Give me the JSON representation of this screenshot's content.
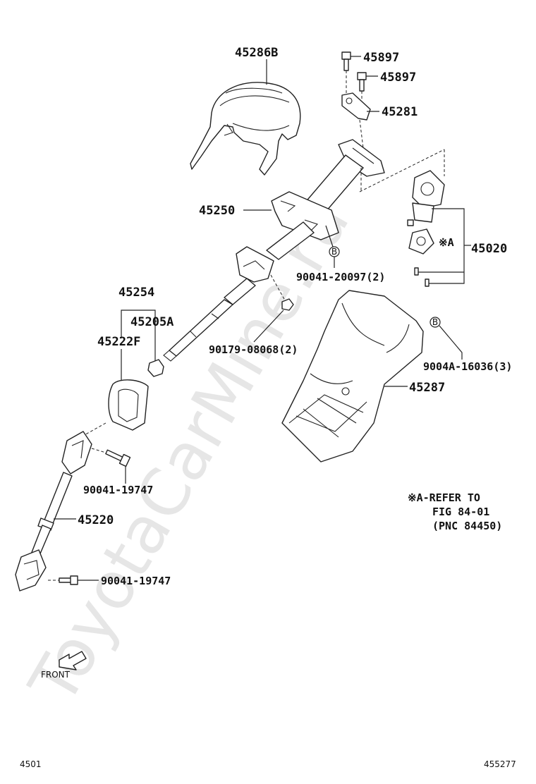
{
  "watermark": "ToyotaCarMine.ru",
  "parts": {
    "cover_upper": "45286B",
    "bolt_a": "45897",
    "bolt_b": "45897",
    "clamp": "45281",
    "column_assy": "45250",
    "ignition_lock": "45020",
    "ref_mark": "※A",
    "bolt_b_mark": "B",
    "bolt_20097": "90041-20097(2)",
    "set": "45254",
    "bushing": "45205A",
    "boot": "45222F",
    "nut": "90179-08068(2)",
    "screw_16036": "9004A-16036(3)",
    "screw_b_mark": "B",
    "cover_lower": "45287",
    "bolt_19747_a": "90041-19747",
    "shaft": "45220",
    "bolt_19747_b": "90041-19747"
  },
  "note": {
    "line1": "※A-REFER TO",
    "line2": "FIG 84-01",
    "line3": "(PNC 84450)"
  },
  "front_label": "FRONT",
  "footer": {
    "left": "4501",
    "right": "455277"
  }
}
